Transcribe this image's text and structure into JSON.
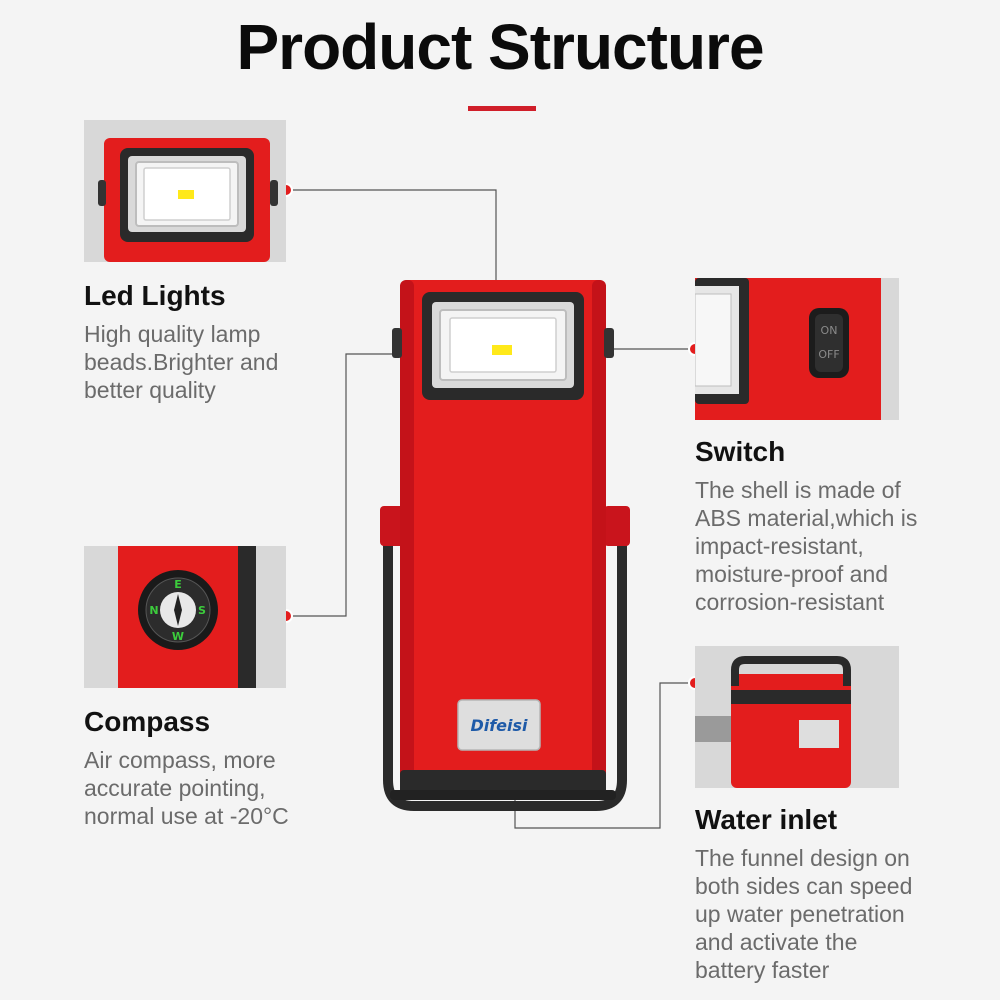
{
  "page": {
    "title": "Product Structure"
  },
  "colors": {
    "accent": "#d01e29",
    "body": "#e31d1d",
    "desc": "#6b6b6b",
    "dot": "#e31d1d"
  },
  "product": {
    "brand": "Difeisi"
  },
  "switch_labels": {
    "on": "ON",
    "off": "OFF"
  },
  "compass_letters": {
    "e": "E",
    "s": "S",
    "w": "W",
    "n": "N"
  },
  "features": {
    "led": {
      "title": "Led Lights",
      "desc": "High quality lamp\nbeads.Brighter and\nbetter quality"
    },
    "compass": {
      "title": "Compass",
      "desc": "Air compass, more\naccurate pointing,\nnormal use at -20°C"
    },
    "switch": {
      "title": "Switch",
      "desc": "The shell is made of\nABS material,which is\nimpact-resistant,\nmoisture-proof and\ncorrosion-resistant"
    },
    "water": {
      "title": "Water inlet",
      "desc": "The funnel design on\nboth sides can speed\nup water penetration\nand activate the\nbattery faster"
    }
  }
}
